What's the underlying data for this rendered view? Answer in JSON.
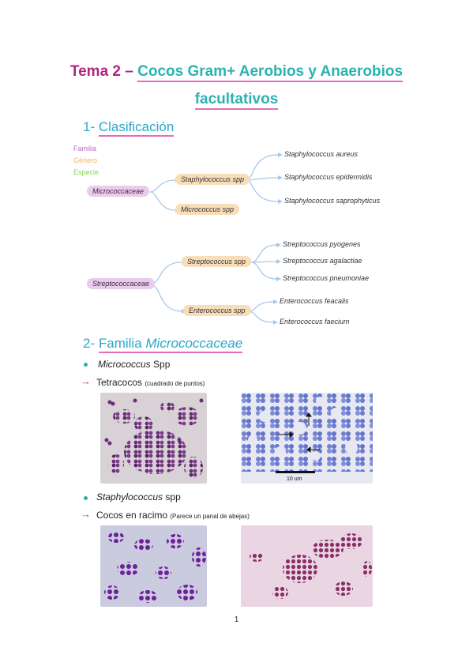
{
  "title": {
    "prefix": "Tema 2 –",
    "line1_link": "Cocos Gram+ Aerobios y Anaerobios",
    "line2_link": "facultativos"
  },
  "section1": {
    "number": "1-",
    "heading": "Clasificación"
  },
  "legend": {
    "familia": "Familia",
    "genero": "Género",
    "especie": "Especie"
  },
  "colors": {
    "familia": "#c36bd0",
    "genero": "#f2b45a",
    "especie": "#8bcf5c",
    "branch": "#a8c8e8"
  },
  "tree": {
    "micrococcaceae": {
      "family": "Micrococcaceae",
      "genus1": "Staphylococcus spp",
      "species1": [
        "Staphylococcus aureus",
        "Staphylococcus epidermidis",
        "Staphylococcus saprophyticus"
      ],
      "genus2": "Micrococcus spp"
    },
    "streptococcaceae": {
      "family": "Streptococcaceae",
      "genus1": "Streptococcus spp",
      "species1": [
        "Streptococcus pyogenes",
        "Streptococcus agalactiae",
        "Streptococcus pneumoniae"
      ],
      "genus2": "Enterococcus spp",
      "species2": [
        "Enterococcus feacalis",
        "Enterococcus faecium"
      ]
    }
  },
  "section2": {
    "number": "2-",
    "heading_plain": "Familia",
    "heading_italic": "Micrococcaceae"
  },
  "items": {
    "micrococcus": {
      "name": "Micrococcus",
      "suffix": "Spp"
    },
    "tetracocos": {
      "label": "Tetracocos",
      "note": "(cuadrado de puntos)"
    },
    "staphylococcus": {
      "name": "Staphylococcus",
      "suffix": "spp"
    },
    "racimo": {
      "label": "Cocos en racimo",
      "note": "(Parece un panal de abejas)"
    }
  },
  "images": {
    "scale_label": "10 um"
  },
  "page_number": "1"
}
